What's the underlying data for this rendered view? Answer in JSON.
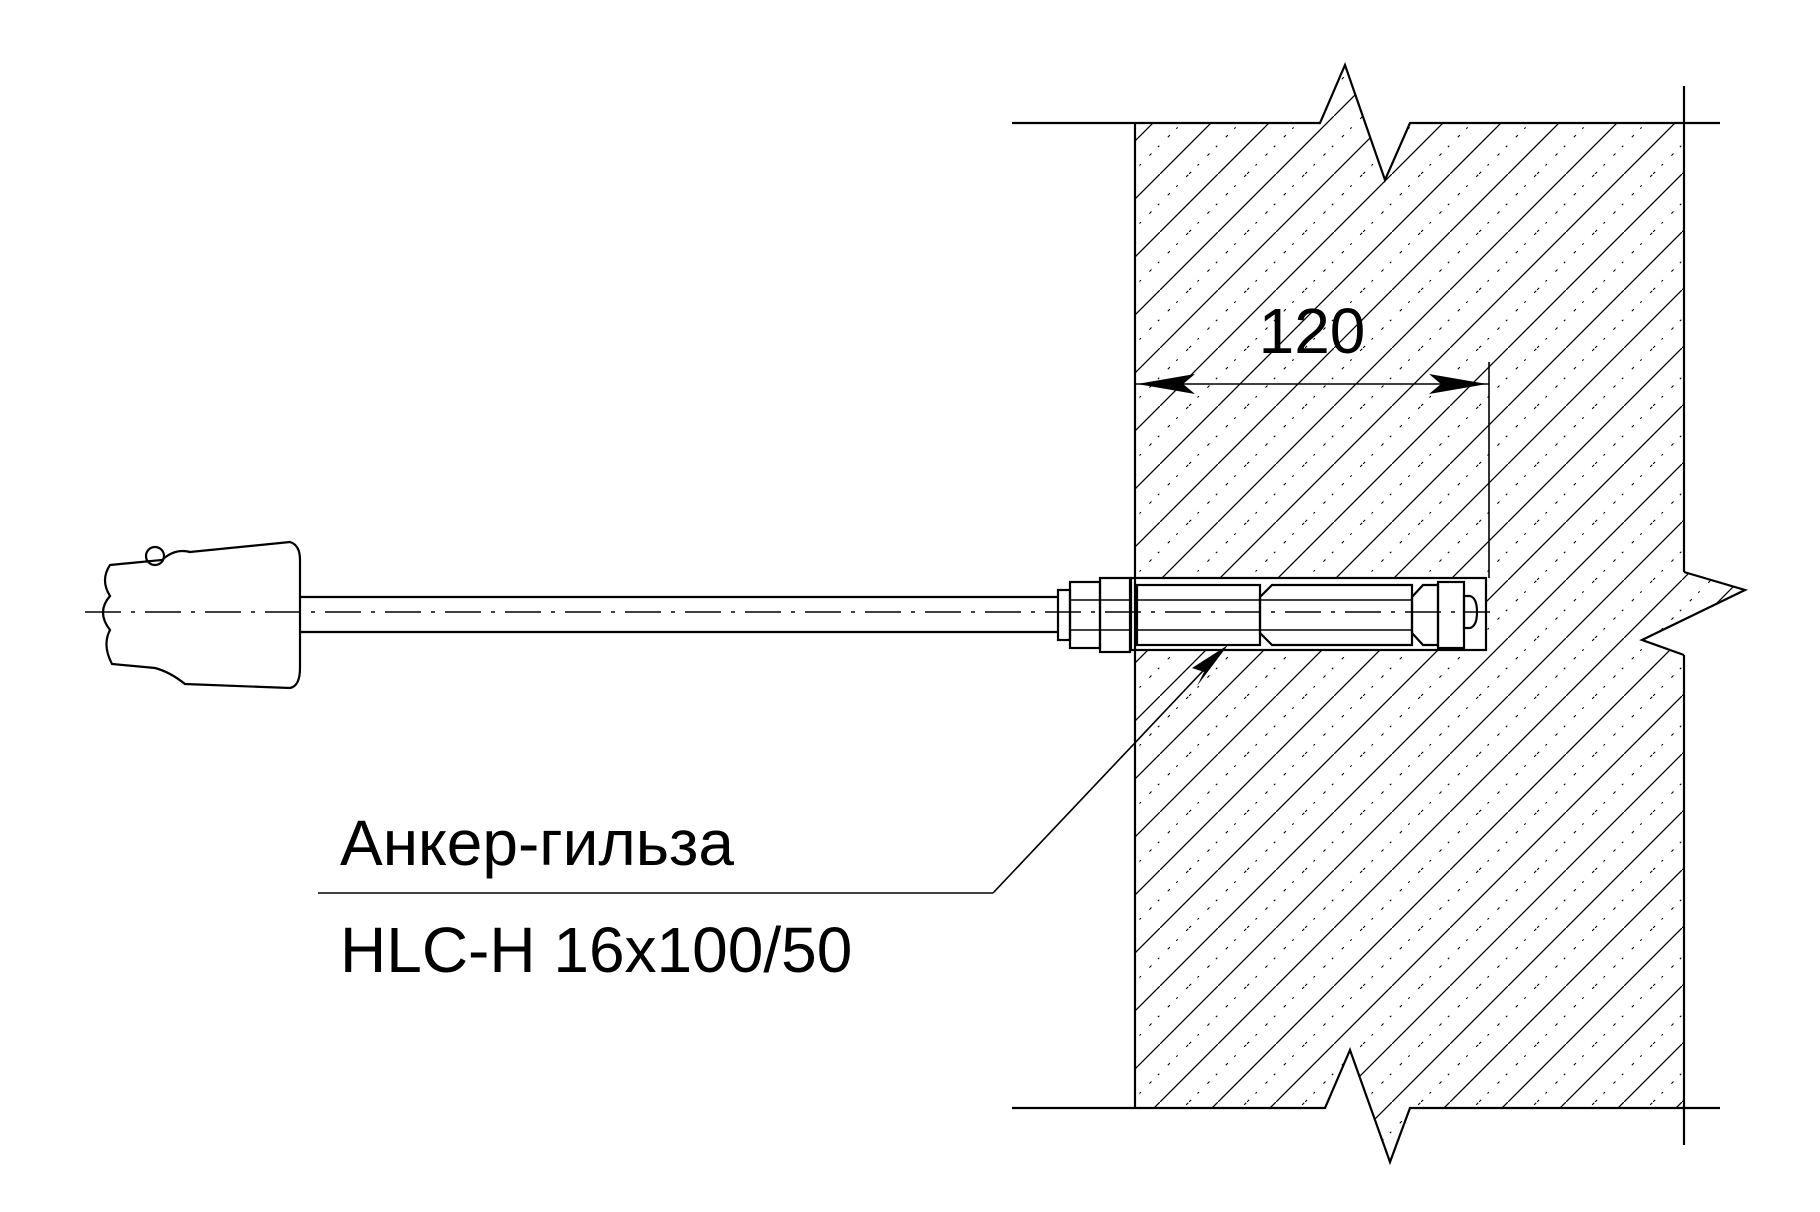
{
  "dimension": {
    "value": "120"
  },
  "callout": {
    "line1": "Анкер-гильза",
    "line2": "HLC-H 16x100/50"
  },
  "colors": {
    "ink": "#000000",
    "paper": "#ffffff"
  }
}
